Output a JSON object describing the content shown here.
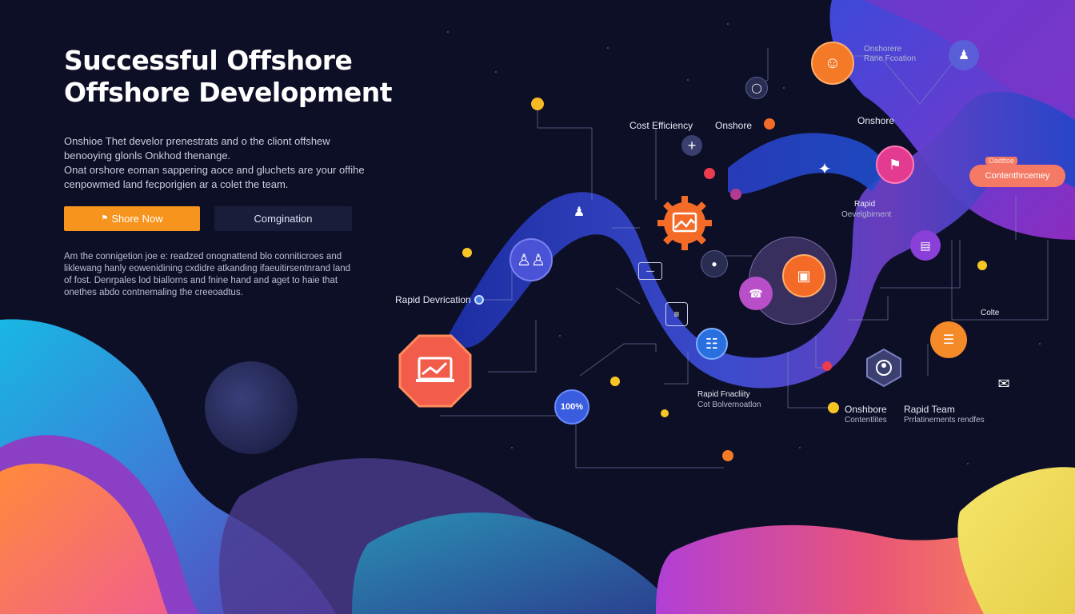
{
  "hero": {
    "title_line1": "Successful Offshore",
    "title_line2": "Offshore Development",
    "lead": [
      "Onshioe Thet develor prenestrats and o the cliont offshew",
      "benooying glonls Onkhod thenange.",
      "Onat orshore eoman sappering aoce and gluchets are your offihe",
      "cenpowmed land fecporigien ar a colet the team."
    ]
  },
  "buttons": {
    "primary_label": "Shore Now",
    "secondary_label": "Comgination"
  },
  "body2": [
    "Am the connigetion joe e: readzed onognattend blo conniticroes and",
    "liklewang hanly eowenidining cxdidre atkanding ifaeuitirsentnrand land",
    "of fost. Denrpales lod biallorns and fnine hand and aget to haie that",
    "onethes abdo contnemaling the creeoadtus."
  ],
  "labels": {
    "cost_efficiency": "Cost Efficiency",
    "onshore_1": "Onshore",
    "onshore_2": "Onshore",
    "rapid_devrication": "Rapid Devrication",
    "rapid": "Rapid",
    "rapid_sub": "Oevelgbirnent",
    "top_title": "Onshorere",
    "top_sub": "Rane Fcoation",
    "tag_title": "Oadttoe",
    "tag_label": "Contenthrcemey",
    "colte": "Colte",
    "rapid_fnacility": "Rapid Fnacliity",
    "rapid_fnacility_sub": "Cot Bolvernoatlon",
    "onshbore": "Onshbore",
    "onshbore_sub": "Contentlites",
    "rapid_team": "Rapid Team",
    "rapid_team_sub": "Prrlatinements rendfes",
    "percent": "100%"
  },
  "colors": {
    "background": "#0d0f26",
    "accent_orange": "#f7941d",
    "ribbon_blue": "#3a4fd0",
    "ribbon_purple": "#8a3fc4",
    "node_orange": "#f46b28",
    "node_pink": "#e23b8f",
    "node_blue": "#2a6fe0"
  },
  "icons": {
    "primary_button_icon": "⚑",
    "gear": "gear-icon",
    "image": "▣",
    "chart": "chart-icon",
    "people": "people-icon",
    "plus": "+",
    "sparkle": "✦"
  }
}
